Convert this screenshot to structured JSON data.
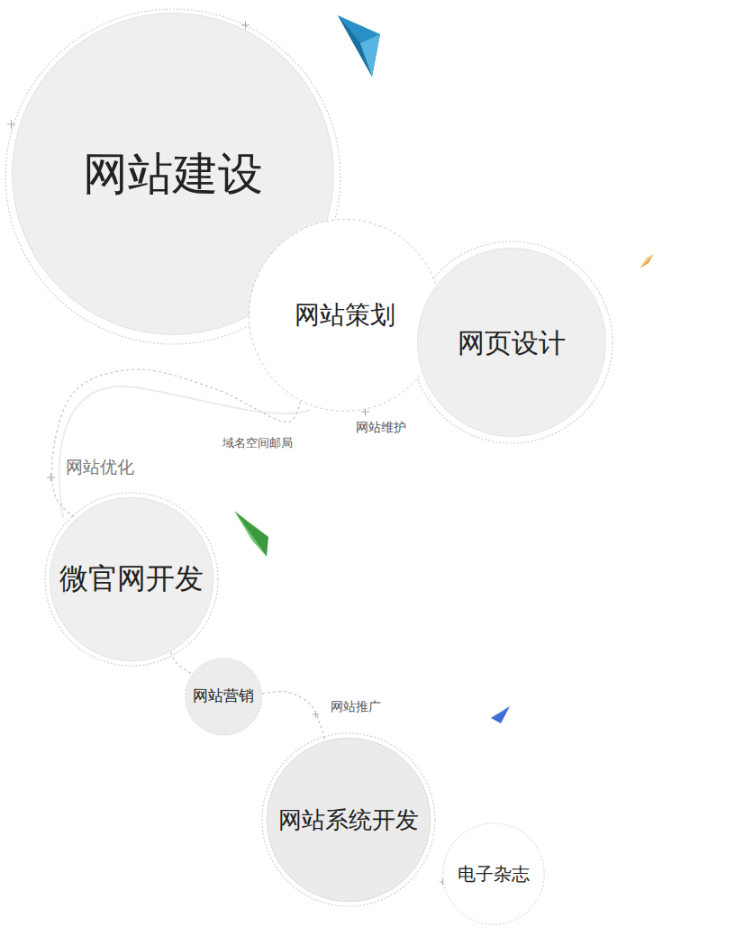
{
  "diagram": {
    "nodes": [
      {
        "text": [
          "网站建设"
        ]
      },
      {
        "text": [
          "网站策划"
        ]
      },
      {
        "text": [
          "网页设计"
        ]
      },
      {
        "text": [
          "微官网开发"
        ]
      },
      {
        "text": [
          "网站营销"
        ]
      },
      {
        "text": [
          "网站系统开发"
        ]
      },
      {
        "text": [
          "电子杂志"
        ]
      }
    ],
    "edges": [
      {
        "from": 1,
        "to": 3,
        "arrow": "none"
      },
      {
        "from": 3,
        "to": 4,
        "arrow": "none"
      },
      {
        "from": 4,
        "to": 5,
        "arrow": "none"
      }
    ],
    "labels": [
      "网站维护",
      "域名空间邮局",
      "网站优化",
      "网站推广"
    ]
  }
}
